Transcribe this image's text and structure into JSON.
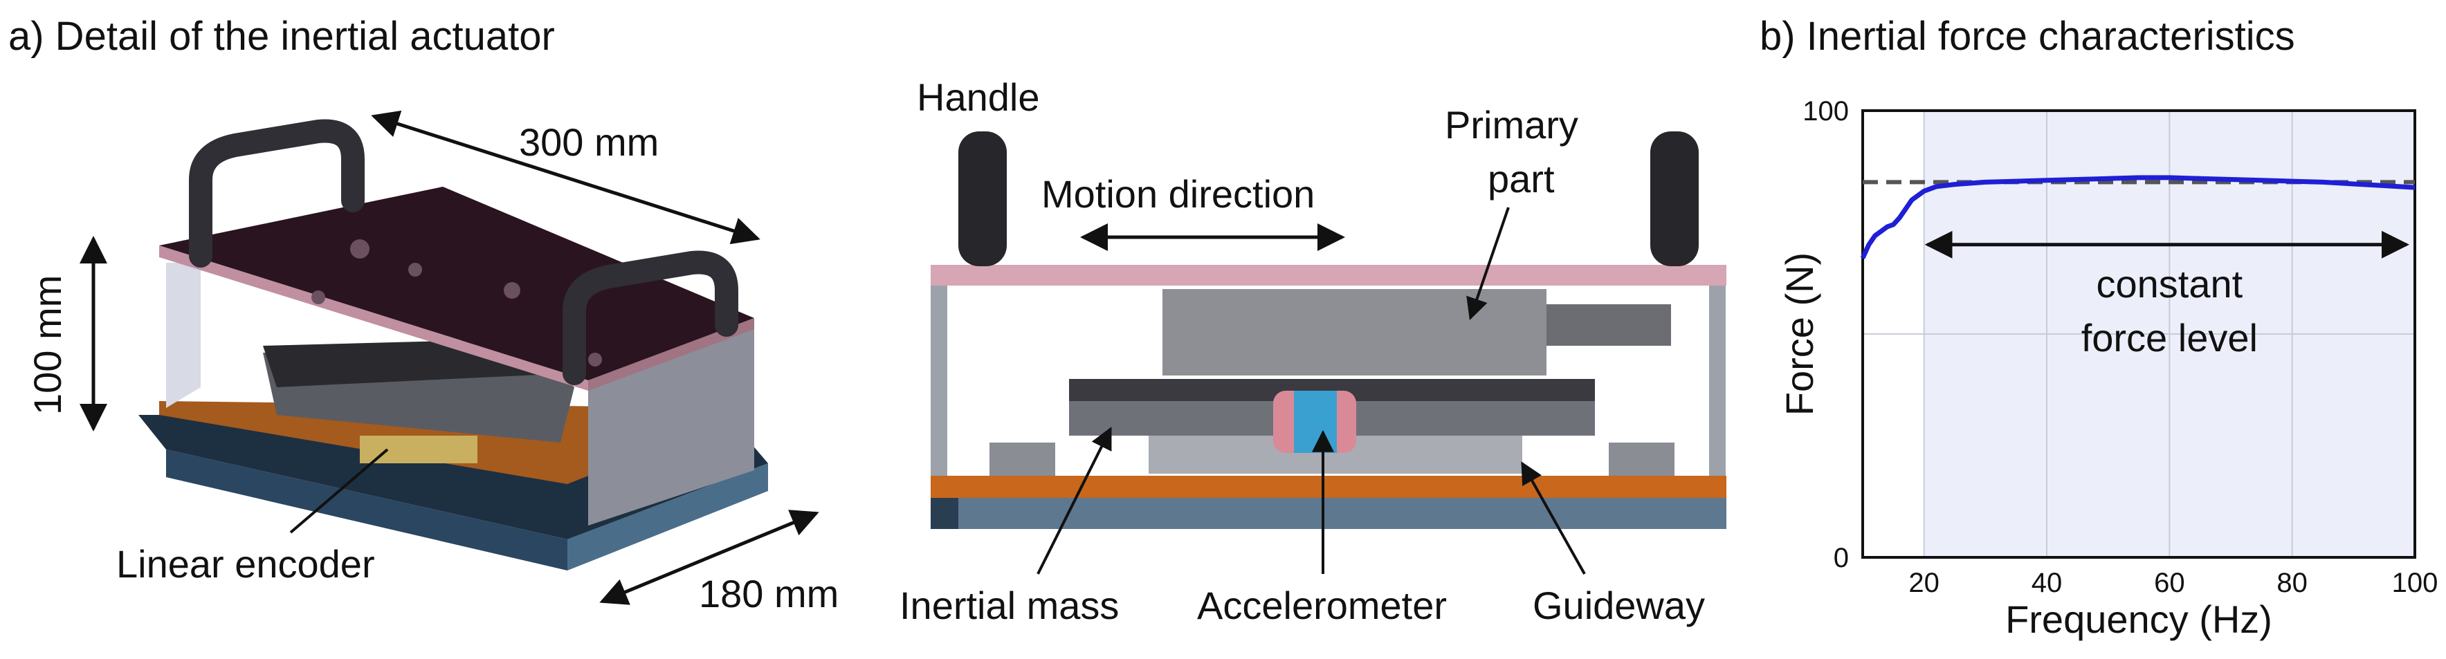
{
  "panel_a": {
    "title": "a) Detail of the inertial actuator",
    "dim_length": "300 mm",
    "dim_height": "100 mm",
    "dim_width": "180 mm",
    "label_encoder": "Linear encoder",
    "label_handle": "Handle",
    "label_motion": "Motion direction",
    "label_primary_line1": "Primary",
    "label_primary_line2": "part",
    "label_inertial_mass": "Inertial mass",
    "label_accelerometer": "Accelerometer",
    "label_guideway": "Guideway"
  },
  "panel_b": {
    "title": "b) Inertial force characteristics",
    "annotation_line1": "constant",
    "annotation_line2": "force level"
  },
  "colors": {
    "curve": "#1f1fd6",
    "reference_line": "#555555",
    "band": "#eceef9",
    "top_plate": "#d6a6b4",
    "base_plate": "#c9671c",
    "accelerometer": "#3aa0d0"
  },
  "chart_data": {
    "type": "line",
    "xlabel": "Frequency (Hz)",
    "ylabel": "Force (N)",
    "xlim": [
      10,
      100
    ],
    "ylim": [
      0,
      100
    ],
    "xticks": [
      20,
      40,
      60,
      80,
      100
    ],
    "yticks": [
      0,
      100
    ],
    "grid": true,
    "reference_level": 84,
    "series": [
      {
        "x": [
          10,
          11,
          12,
          13,
          14,
          15,
          16,
          17,
          18,
          19,
          20,
          22,
          25,
          30,
          35,
          40,
          45,
          50,
          55,
          60,
          65,
          70,
          75,
          80,
          85,
          90,
          95,
          100
        ],
        "y": [
          67,
          70,
          72,
          73,
          74,
          74.5,
          76,
          78,
          80,
          81,
          82,
          83,
          83.5,
          84,
          84.2,
          84.4,
          84.6,
          84.8,
          85,
          85,
          84.8,
          84.6,
          84.4,
          84.2,
          84,
          83.6,
          83.2,
          82.8
        ]
      }
    ]
  }
}
